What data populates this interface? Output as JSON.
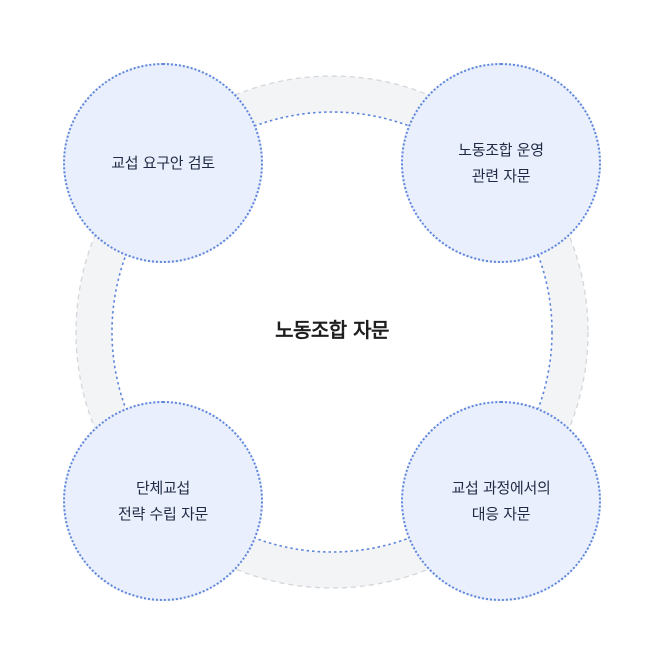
{
  "center": {
    "title": "노동조합 자문"
  },
  "nodes": {
    "top_left": {
      "line1": "교섭 요구안 검토",
      "line2": ""
    },
    "top_right": {
      "line1": "노동조합 운영",
      "line2": "관련 자문"
    },
    "bottom_left": {
      "line1": "단체교섭",
      "line2": "전략 수립 자문"
    },
    "bottom_right": {
      "line1": "교섭 과정에서의",
      "line2": "대응 자문"
    }
  },
  "colors": {
    "outer_ring": "#f3f4f6",
    "outer_ring_border": "#d4d6da",
    "inner_dotted": "#5f86dc",
    "node_fill": "#e9effc",
    "node_border": "#5f86dc",
    "center_text": "#1e1e1e",
    "node_text": "#1f2a44"
  }
}
